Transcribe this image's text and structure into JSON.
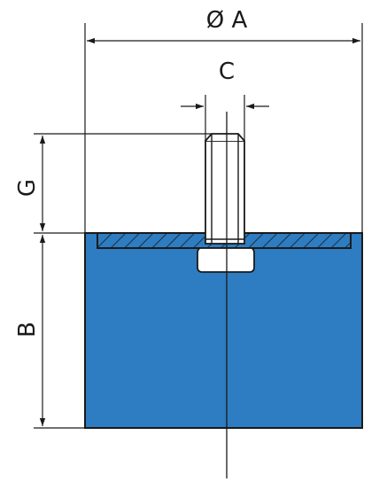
{
  "dimensions": {
    "outer_diameter": "Ø A",
    "thread_width": "C",
    "thread_height": "G",
    "body_height": "B"
  },
  "colors": {
    "rubber_body": "#2e7cc1",
    "outline": "#1a1a1a",
    "background": "#ffffff"
  }
}
